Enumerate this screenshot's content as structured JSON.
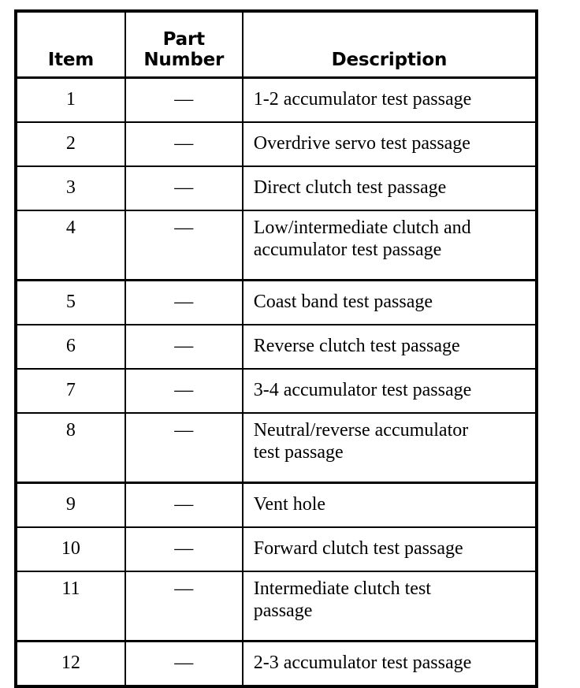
{
  "table": {
    "columns": [
      {
        "key": "item",
        "label": "Item"
      },
      {
        "key": "part_number",
        "label": "Part\nNumber"
      },
      {
        "key": "description",
        "label": "Description"
      }
    ],
    "dash_value": "—",
    "rows": [
      {
        "item": "1",
        "part_number": "—",
        "description": "1-2 accumulator test passage",
        "lines": [
          "1-2 accumulator test passage"
        ]
      },
      {
        "item": "2",
        "part_number": "—",
        "description": "Overdrive servo test passage",
        "lines": [
          "Overdrive servo test passage"
        ]
      },
      {
        "item": "3",
        "part_number": "—",
        "description": "Direct clutch test passage",
        "lines": [
          "Direct clutch test passage"
        ]
      },
      {
        "item": "4",
        "part_number": "—",
        "description": "Low/intermediate clutch and accumulator test passage",
        "lines": [
          "Low/intermediate clutch and",
          "accumulator test passage"
        ]
      },
      {
        "item": "5",
        "part_number": "—",
        "description": "Coast band test passage",
        "lines": [
          "Coast band test passage"
        ]
      },
      {
        "item": "6",
        "part_number": "—",
        "description": "Reverse clutch test passage",
        "lines": [
          "Reverse clutch test passage"
        ]
      },
      {
        "item": "7",
        "part_number": "—",
        "description": "3-4 accumulator test passage",
        "lines": [
          "3-4 accumulator test passage"
        ]
      },
      {
        "item": "8",
        "part_number": "—",
        "description": "Neutral/reverse accumulator test passage",
        "lines": [
          "Neutral/reverse accumulator",
          "test passage"
        ]
      },
      {
        "item": "9",
        "part_number": "—",
        "description": "Vent hole",
        "lines": [
          "Vent hole"
        ]
      },
      {
        "item": "10",
        "part_number": "—",
        "description": "Forward clutch test passage",
        "lines": [
          "Forward clutch test passage"
        ]
      },
      {
        "item": "11",
        "part_number": "—",
        "description": "Intermediate clutch test passage",
        "lines": [
          "Intermediate clutch test",
          "passage"
        ]
      },
      {
        "item": "12",
        "part_number": "—",
        "description": "2-3 accumulator test passage",
        "lines": [
          "2-3 accumulator test passage"
        ]
      }
    ]
  },
  "style": {
    "border_color": "#000000",
    "text_color": "#000000",
    "background": "#ffffff"
  }
}
